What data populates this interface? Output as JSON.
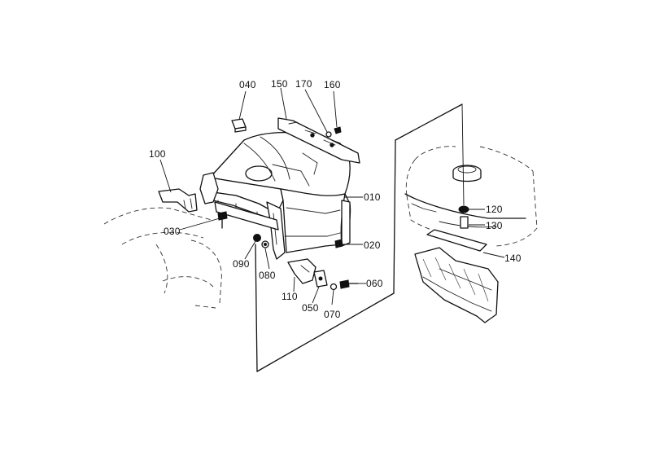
{
  "diagram": {
    "part_labels": {
      "p010": "010",
      "p020": "020",
      "p030": "030",
      "p040": "040",
      "p050": "050",
      "p060": "060",
      "p070": "070",
      "p080": "080",
      "p090": "090",
      "p100": "100",
      "p110": "110",
      "p120": "120",
      "p130": "130",
      "p140": "140",
      "p150": "150",
      "p160": "160",
      "p170": "170"
    }
  }
}
